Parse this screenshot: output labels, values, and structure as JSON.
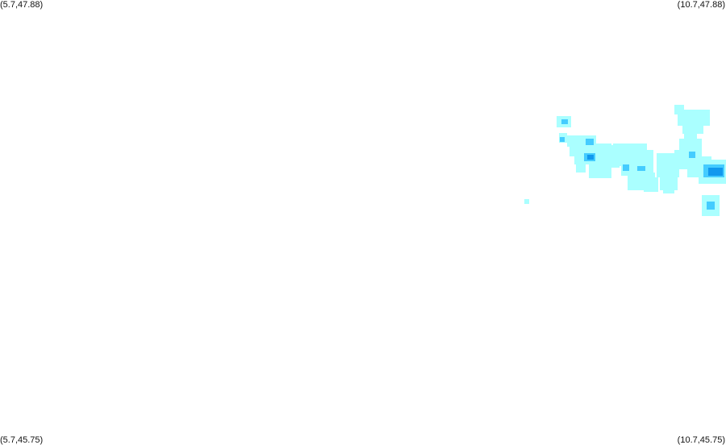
{
  "corners": {
    "top_left": "(5.7,47.88)",
    "top_right": "(10.7,47.88)",
    "bottom_left": "(5.7,45.75)",
    "bottom_right": "(10.7,45.75)"
  },
  "colors": {
    "background": "#ffffff",
    "level_1": "#aaffff",
    "level_2": "#44ccff",
    "level_3": "#1199ee"
  }
}
